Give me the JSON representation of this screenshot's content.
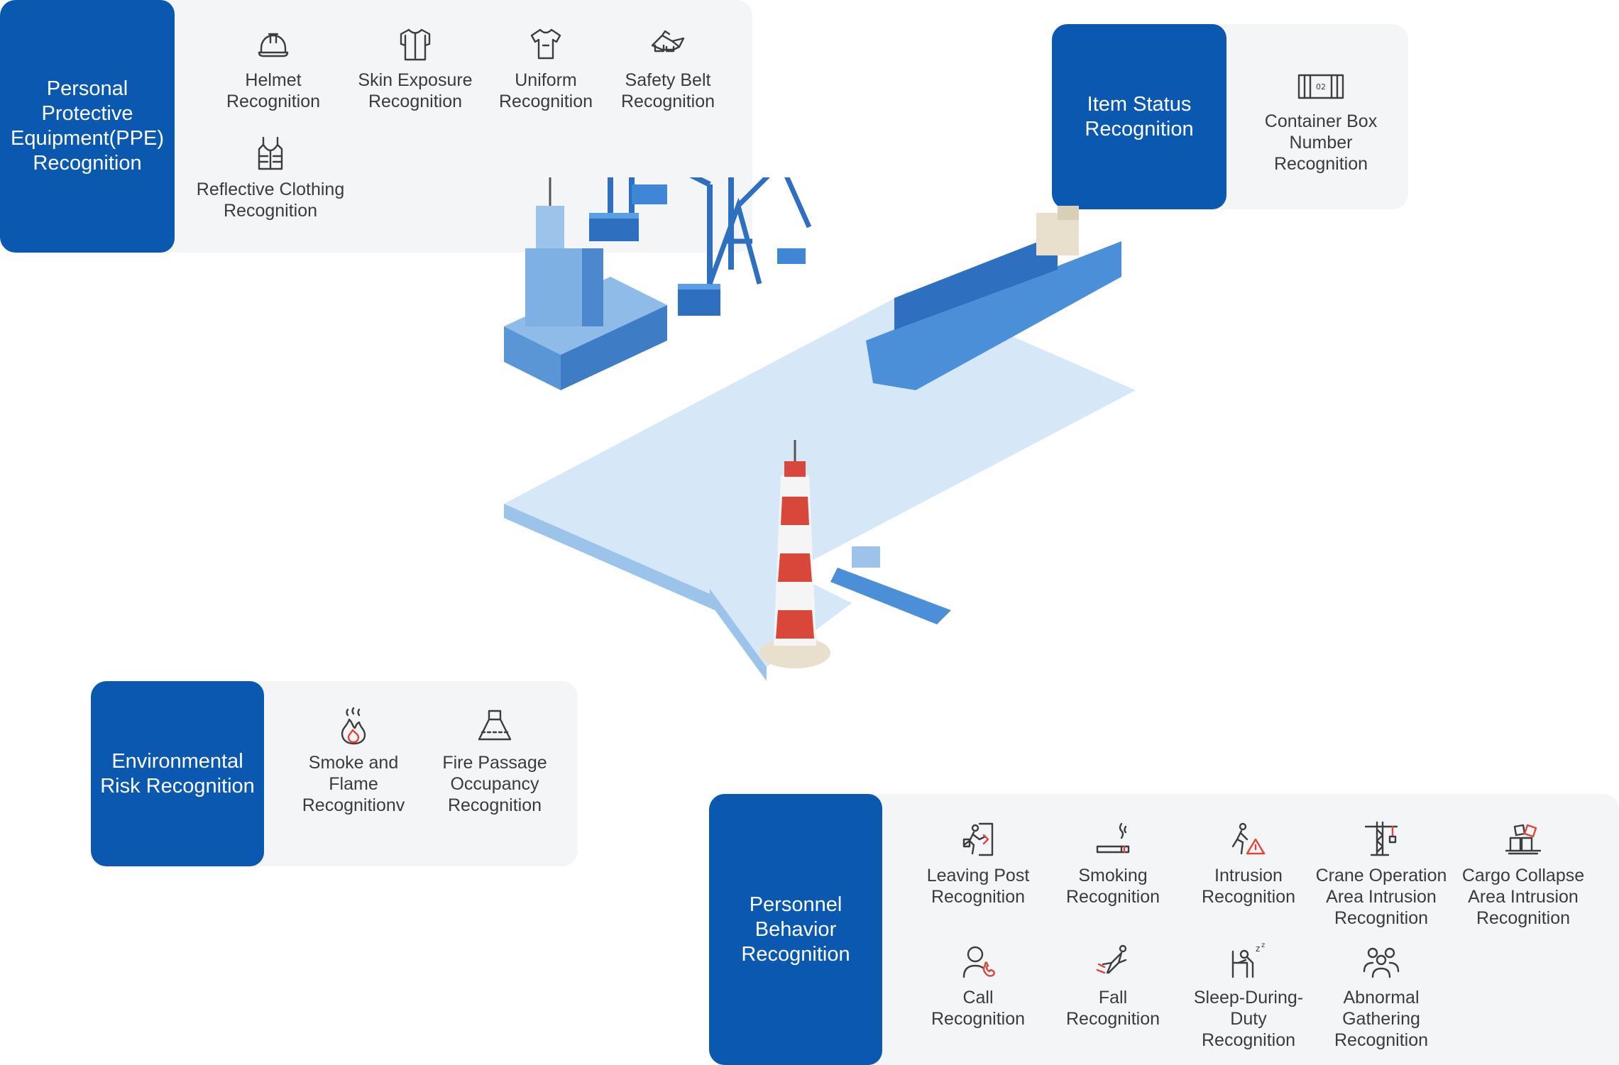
{
  "ppe": {
    "title": "Personal Protective Equipment(PPE) Recognition",
    "items": [
      {
        "label": "Helmet\nRecognition",
        "icon": "helmet-icon"
      },
      {
        "label": "Skin Exposure\nRecognition",
        "icon": "shirt-icon"
      },
      {
        "label": "Uniform\nRecognition",
        "icon": "uniform-icon"
      },
      {
        "label": "Safety Belt\nRecognition",
        "icon": "safety-belt-icon"
      },
      {
        "label": "Reflective Clothing\nRecognition",
        "icon": "vest-icon"
      }
    ]
  },
  "item_status": {
    "title": "Item Status Recognition",
    "items": [
      {
        "label": "Container Box\nNumber\nRecognition",
        "icon": "container-icon",
        "badge": "02"
      }
    ]
  },
  "environment": {
    "title": "Environmental Risk Recognition",
    "items": [
      {
        "label": "Smoke and\nFlame\nRecognitionv",
        "icon": "flame-icon"
      },
      {
        "label": "Fire Passage\nOccupancy\nRecognition",
        "icon": "fire-passage-icon"
      }
    ]
  },
  "personnel": {
    "title": "Personnel Behavior Recognition",
    "items": [
      {
        "label": "Leaving Post\nRecognition",
        "icon": "leaving-post-icon"
      },
      {
        "label": "Smoking\nRecognition",
        "icon": "smoking-icon"
      },
      {
        "label": "Intrusion\nRecognition",
        "icon": "intrusion-icon"
      },
      {
        "label": "Crane Operation\nArea Intrusion\nRecognition",
        "icon": "crane-icon"
      },
      {
        "label": "Cargo Collapse\nArea Intrusion\nRecognition",
        "icon": "cargo-collapse-icon"
      },
      {
        "label": "Call\nRecognition",
        "icon": "call-icon"
      },
      {
        "label": "Fall\nRecognition",
        "icon": "fall-icon"
      },
      {
        "label": "Sleep-During-\nDuty\nRecognition",
        "icon": "sleep-icon"
      },
      {
        "label": "Abnormal\nGathering\nRecognition",
        "icon": "gathering-icon"
      }
    ]
  },
  "colors": {
    "accent": "#0b58b0",
    "panel_bg": "#f4f5f7",
    "dock": "#cfe3f6",
    "ship": "#4a8fd8",
    "lighthouse_red": "#d9473a"
  }
}
